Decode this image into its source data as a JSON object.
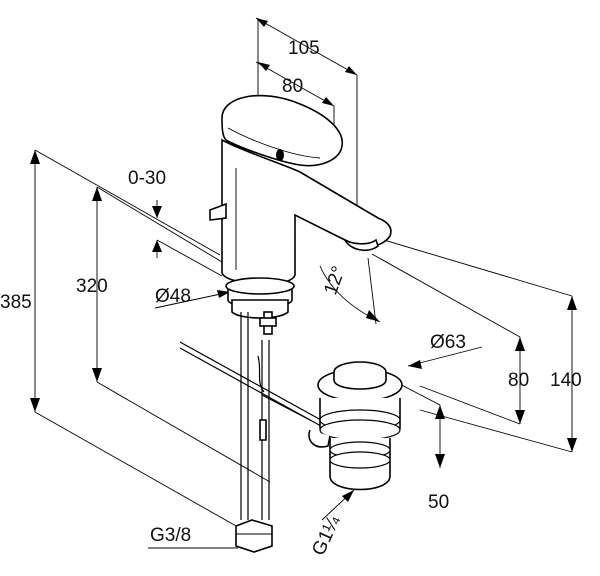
{
  "dimensions": {
    "d105": "105",
    "d80_top": "80",
    "d0_30": "0-30",
    "d385": "385",
    "d320": "320",
    "d48": "Ø48",
    "d12": "12°",
    "d63": "Ø63",
    "d80_right": "80",
    "d140": "140",
    "d50": "50",
    "g38": "G3/8",
    "g114": "G1¼"
  }
}
